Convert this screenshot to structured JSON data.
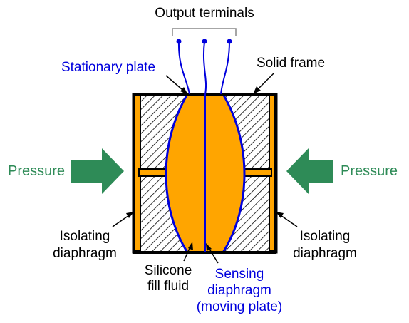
{
  "labels": {
    "output_terminals": "Output terminals",
    "stationary_plate": "Stationary plate",
    "solid_frame": "Solid frame",
    "pressure_left": "Pressure",
    "pressure_right": "Pressure",
    "isolating_left_1": "Isolating",
    "isolating_left_2": "diaphragm",
    "isolating_right_1": "Isolating",
    "isolating_right_2": "diaphragm",
    "silicone_1": "Silicone",
    "silicone_2": "fill fluid",
    "sensing_1": "Sensing",
    "sensing_2": "diaphragm",
    "sensing_3": "(moving plate)"
  },
  "colors": {
    "fluid": "#FFA500",
    "plate_blue": "#0000dd",
    "pressure_green": "#2e8b57",
    "frame_black": "#000000"
  }
}
